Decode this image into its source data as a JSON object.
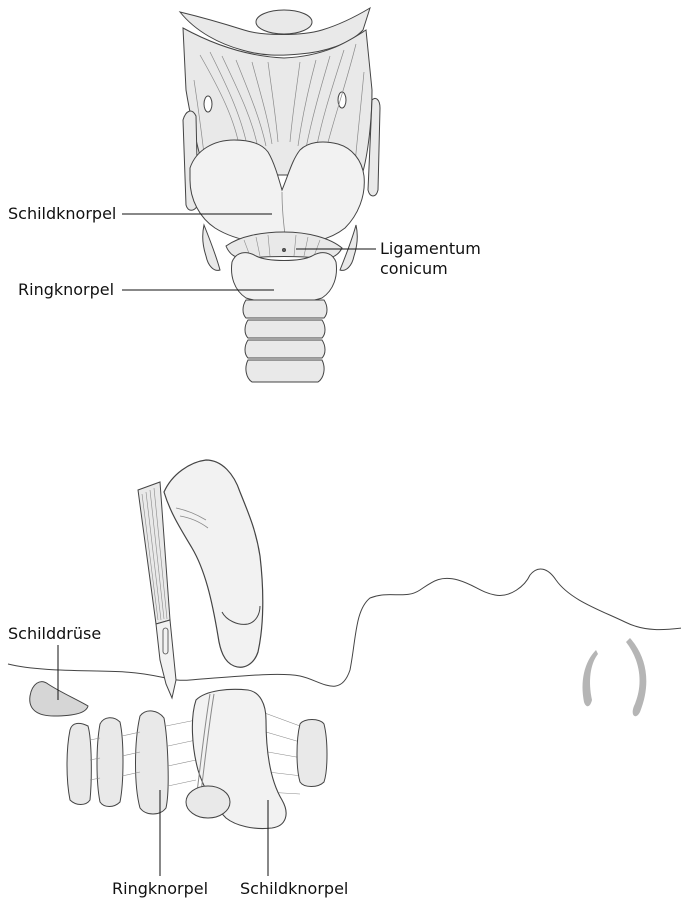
{
  "colors": {
    "fill": "#e9e9e9",
    "fill_light": "#f2f2f2",
    "fill_dark": "#d6d6d6",
    "stroke": "#444444",
    "detail": "#8a8a8a",
    "leader": "#111111",
    "nostril": "#b5b5b5"
  },
  "front_view": {
    "labels": {
      "thyroid": "Schildknorpel",
      "cricoid": "Ringknorpel",
      "ligament_line1": "Ligamentum",
      "ligament_line2": "conicum"
    }
  },
  "side_view": {
    "labels": {
      "thyroid_gland": "Schilddrüse",
      "cricoid": "Ringknorpel",
      "thyroid": "Schildknorpel"
    }
  }
}
